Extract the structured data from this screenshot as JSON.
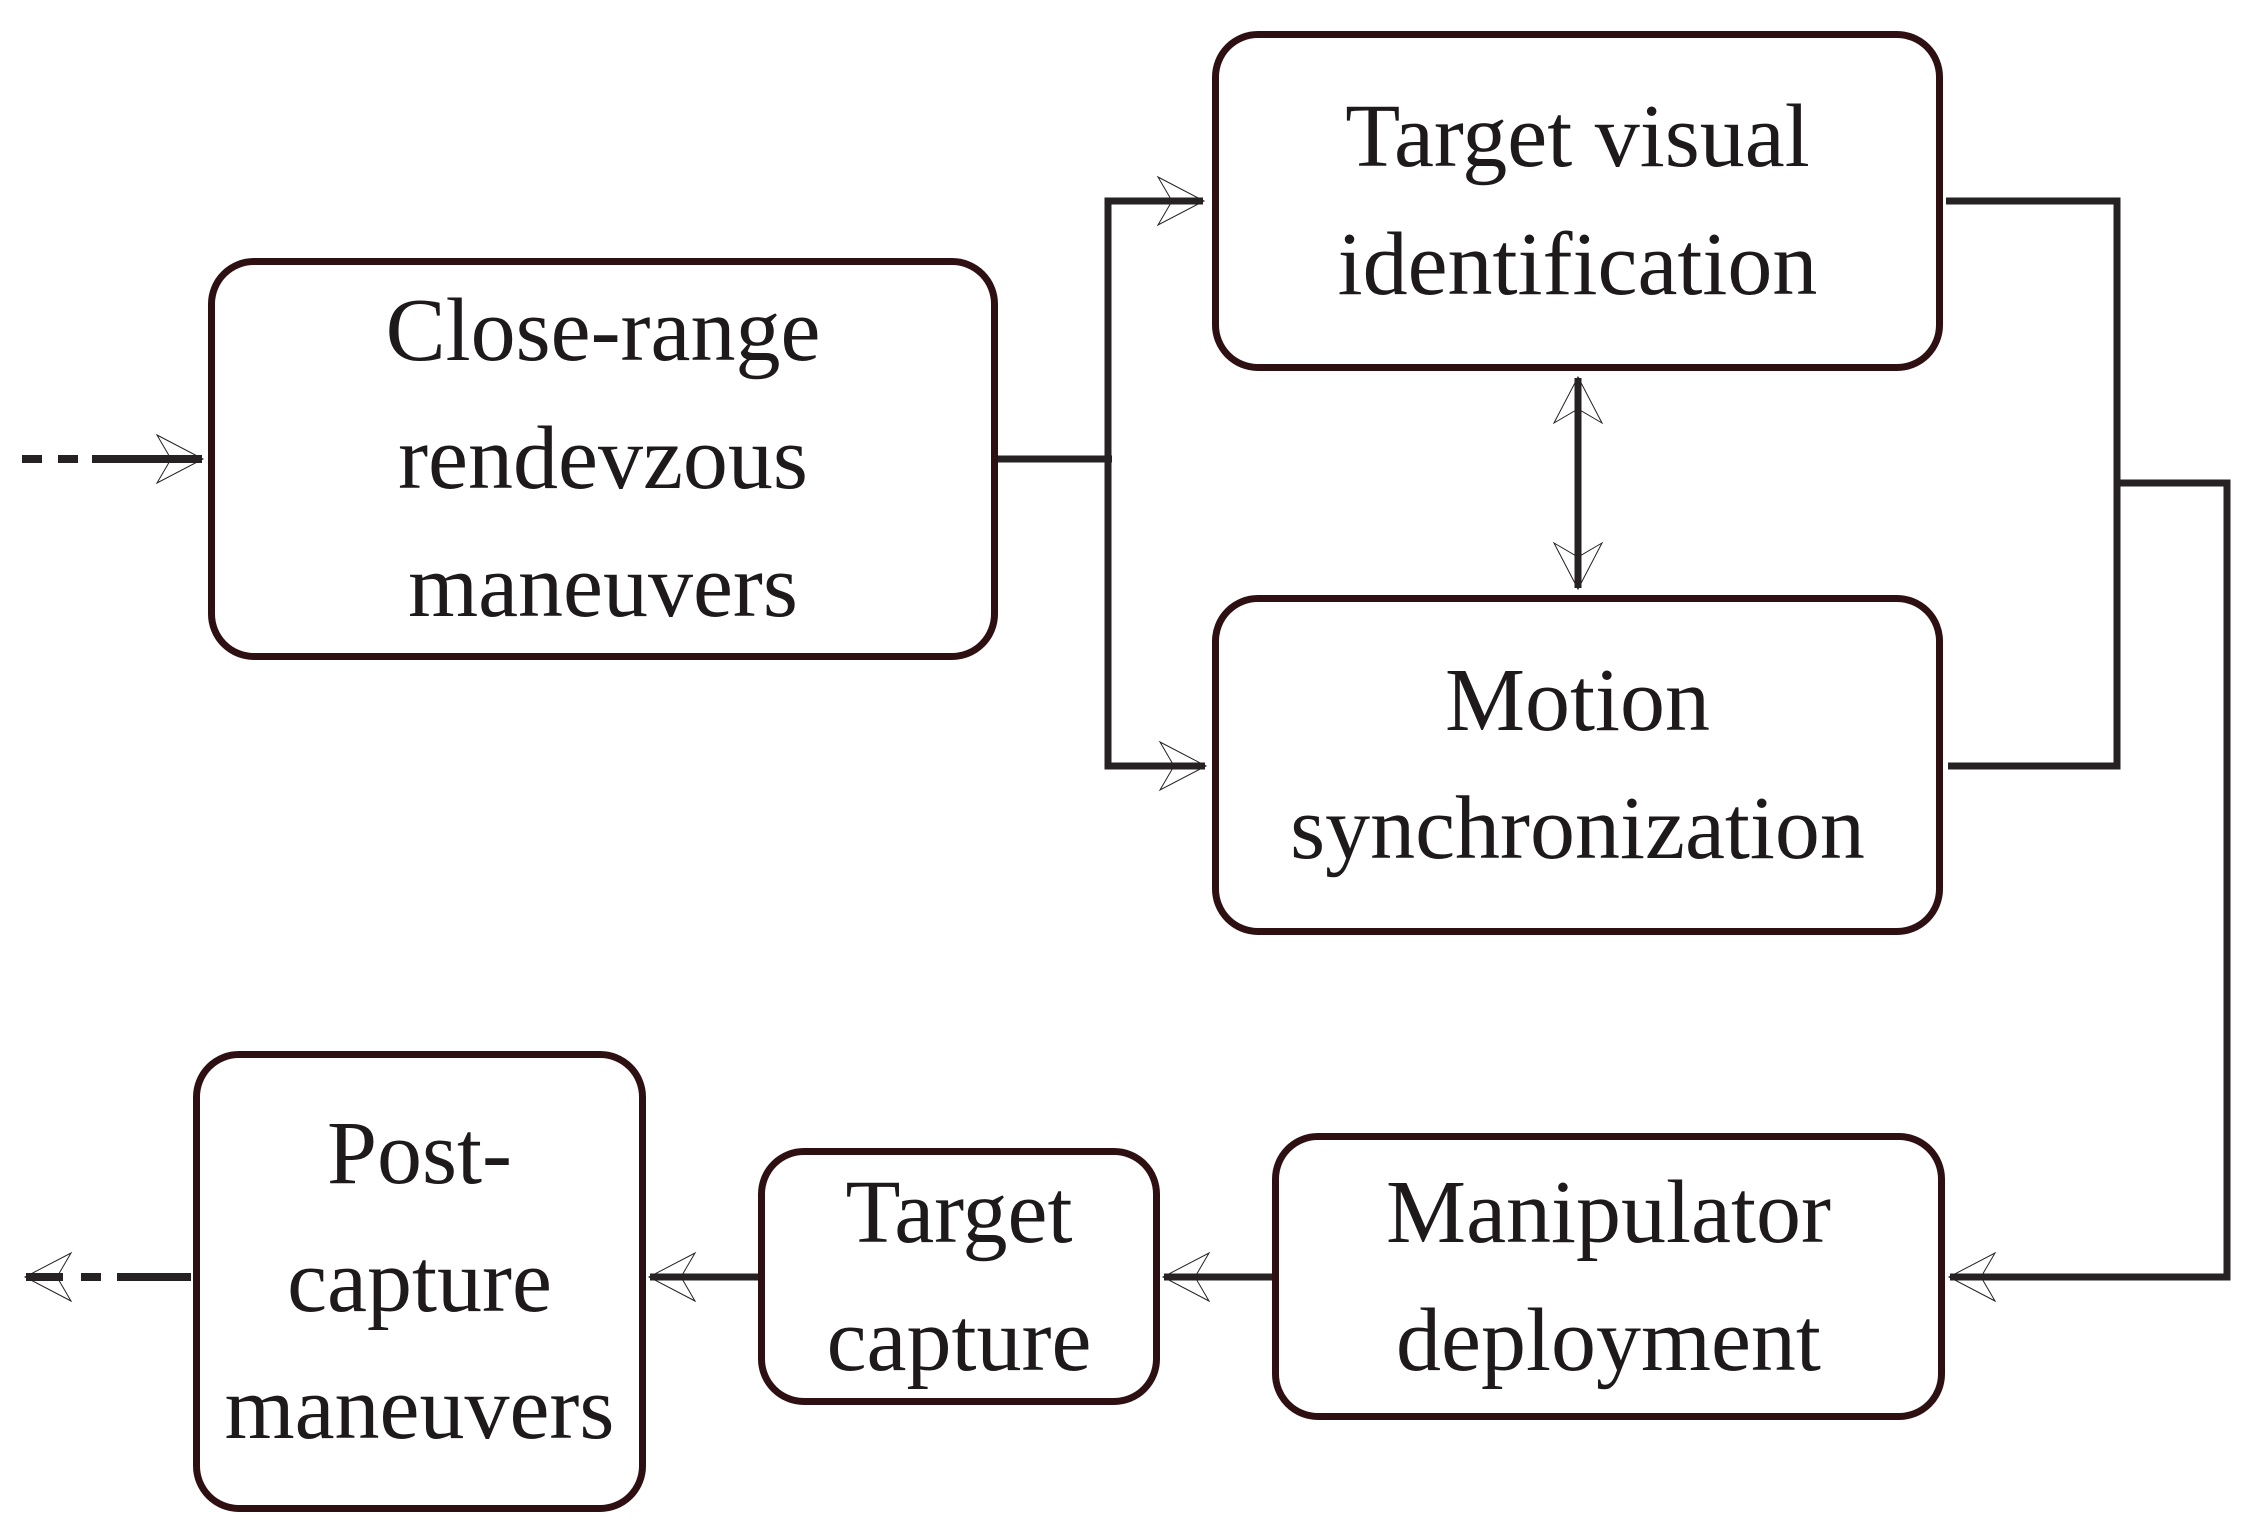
{
  "diagram": {
    "type": "flowchart",
    "nodes": [
      {
        "id": "close-range-rendezvous",
        "label": "Close-range\nrendevzous\nmaneuvers"
      },
      {
        "id": "target-visual-identification",
        "label": "Target visual\nidentification"
      },
      {
        "id": "motion-synchronization",
        "label": "Motion\nsynchronization"
      },
      {
        "id": "manipulator-deployment",
        "label": "Manipulator\ndeployment"
      },
      {
        "id": "target-capture",
        "label": "Target\ncapture"
      },
      {
        "id": "post-capture-maneuvers",
        "label": "Post-\ncapture\nmaneuvers"
      }
    ],
    "edges": [
      {
        "from": "start",
        "to": "close-range-rendezvous",
        "style": "dashed-arrow"
      },
      {
        "from": "close-range-rendezvous",
        "to": "target-visual-identification",
        "style": "arrow"
      },
      {
        "from": "close-range-rendezvous",
        "to": "motion-synchronization",
        "style": "arrow"
      },
      {
        "from": "target-visual-identification",
        "to": "motion-synchronization",
        "style": "double-headed-arrow"
      },
      {
        "from": "target-visual-identification",
        "to": "manipulator-deployment",
        "style": "arrow-merged"
      },
      {
        "from": "motion-synchronization",
        "to": "manipulator-deployment",
        "style": "arrow-merged"
      },
      {
        "from": "manipulator-deployment",
        "to": "target-capture",
        "style": "arrow"
      },
      {
        "from": "target-capture",
        "to": "post-capture-maneuvers",
        "style": "arrow"
      },
      {
        "from": "post-capture-maneuvers",
        "to": "end",
        "style": "dashed-arrow"
      }
    ],
    "colors": {
      "box_border": "#2e1013",
      "box_fill": "#ffffff",
      "text": "#1e191a",
      "connector": "#262122"
    }
  }
}
